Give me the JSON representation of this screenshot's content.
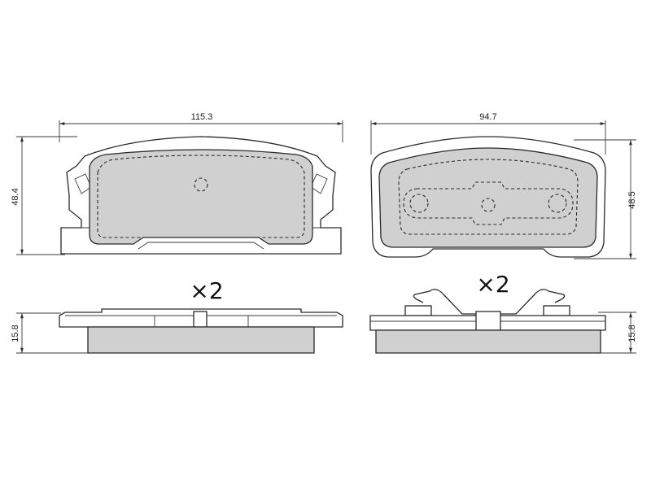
{
  "colors": {
    "line": "#2a2a2a",
    "friction_fill": "#d0d0d0",
    "background": "#ffffff"
  },
  "pad_left": {
    "width": "115.3",
    "height": "48.4",
    "thickness": "15.8",
    "quantity": "×2"
  },
  "pad_right": {
    "width": "94.7",
    "height": "48.5",
    "thickness": "15.8",
    "quantity": "×2"
  }
}
